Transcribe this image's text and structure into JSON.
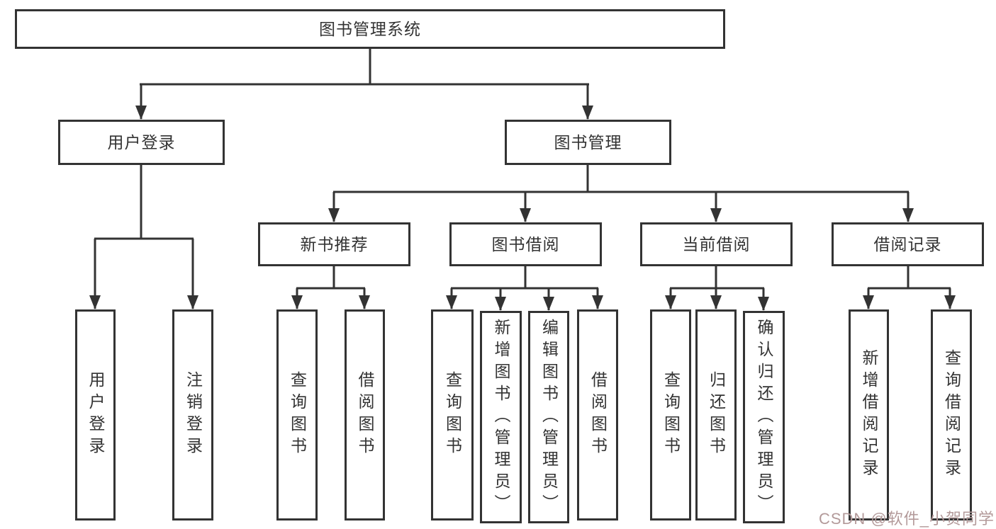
{
  "diagram": {
    "root": {
      "label": "图书管理系统"
    },
    "branches": [
      {
        "label": "用户登录",
        "leaves": [
          {
            "label": "用户登录"
          },
          {
            "label": "注销登录"
          }
        ]
      },
      {
        "label": "图书管理",
        "groups": [
          {
            "label": "新书推荐",
            "leaves": [
              {
                "label": "查询图书"
              },
              {
                "label": "借阅图书"
              }
            ]
          },
          {
            "label": "图书借阅",
            "leaves": [
              {
                "label": "查询图书"
              },
              {
                "label": "新增图书（管理员）"
              },
              {
                "label": "编辑图书（管理员）"
              },
              {
                "label": "借阅图书"
              }
            ]
          },
          {
            "label": "当前借阅",
            "leaves": [
              {
                "label": "查询图书"
              },
              {
                "label": "归还图书"
              },
              {
                "label": "确认归还（管理员）"
              }
            ]
          },
          {
            "label": "借阅记录",
            "leaves": [
              {
                "label": "新增借阅记录"
              },
              {
                "label": "查询借阅记录"
              }
            ]
          }
        ]
      }
    ]
  },
  "watermark": {
    "text": "CSDN @软件_小贺同学"
  },
  "colors": {
    "line": "#333333",
    "text": "#333333",
    "background": "#ffffff",
    "watermark": "#b39a9a"
  }
}
